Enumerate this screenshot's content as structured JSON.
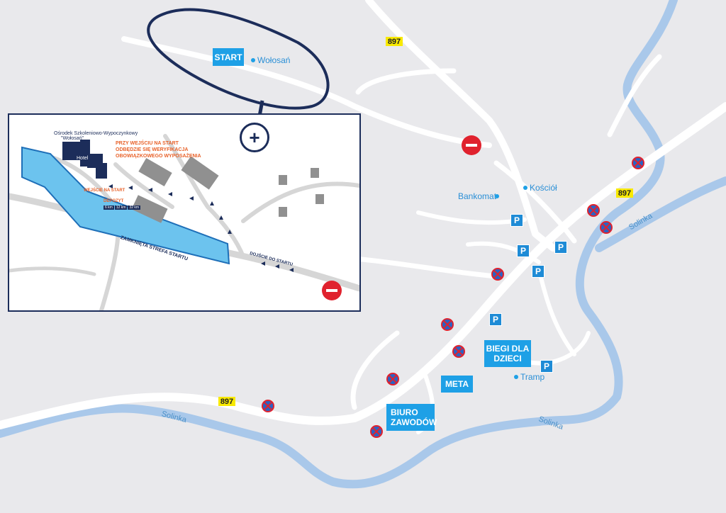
{
  "map": {
    "start_box": "START",
    "wolosan": "Wołosań",
    "road_897_top": "897",
    "road_897_right": "897",
    "road_897_bottom": "897",
    "bankomat": "Bankomat",
    "kosciol": "Kościół",
    "biegi_line1": "BIEGI DLA",
    "biegi_line2": "DZIECI",
    "meta": "META",
    "tramp": "Tramp",
    "biuro_line1": "BIURO",
    "biuro_line2": "ZAWODÓW",
    "solinka_right": "Solinka",
    "solinka_bottom_left": "Solinka",
    "solinka_bottom_right": "Solinka",
    "parking_label": "P",
    "plus_symbol": "+"
  },
  "inset": {
    "osrodek_line1": "Ośrodek Szkoleniowo-Wypoczynkowy",
    "osrodek_line2": "\"Wołosań\"",
    "hotel": "Hotel",
    "verification_line1": "PRZY WEJŚCIU NA START",
    "verification_line2": "ODBĘDZIE SIĘ WERYFIKACJA",
    "verification_line3": "OBOWIĄZKOWEGO WYPOSAŻENIA",
    "wejscie": "WEJŚCIE NA START",
    "depozyt": "DEPOZYT",
    "depozyt_d1": "6 km",
    "depozyt_d2": "12 km",
    "depozyt_d3": "32 km",
    "strefa": "ZAMKNIĘTA STREFA STARTU",
    "dojscie": "DOJŚCIE DO STARTU"
  },
  "colors": {
    "road": "#ffffff",
    "river": "#a9c8ea",
    "accent": "#1ea0e6",
    "navy": "#1c2d5a",
    "badge": "#f8e900",
    "no_entry": "#e0222e",
    "orange_text": "#e8622a"
  }
}
